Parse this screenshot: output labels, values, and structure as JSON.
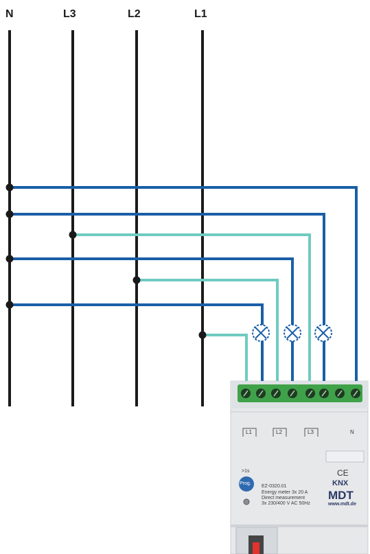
{
  "rails": [
    {
      "id": "N",
      "label": "N"
    },
    {
      "id": "L3",
      "label": "L3"
    },
    {
      "id": "L2",
      "label": "L2"
    },
    {
      "id": "L1",
      "label": "L1"
    }
  ],
  "colors": {
    "neutral_wire": "#1a5fa6",
    "phase_wire": "#6fcbc0",
    "rail": "#1a1a1a",
    "device_body": "#e6e8ea",
    "terminal_green": "#3fa24a"
  },
  "device": {
    "terminal_labels": {
      "l1": "L1",
      "l2": "L2",
      "l3": "L3",
      "n": "N"
    },
    "prog_hint": ">1s",
    "prog_button": "Prog.",
    "model": "EZ-0320.01",
    "description_line1": "Energy meter 3x 20 A",
    "description_line2": "Direct measurement",
    "description_line3": "3x 230/400 V AC 50Hz",
    "ce_mark": "CE",
    "knx_logo": "KNX",
    "brand": "MDT",
    "website": "www.mdt.de"
  }
}
